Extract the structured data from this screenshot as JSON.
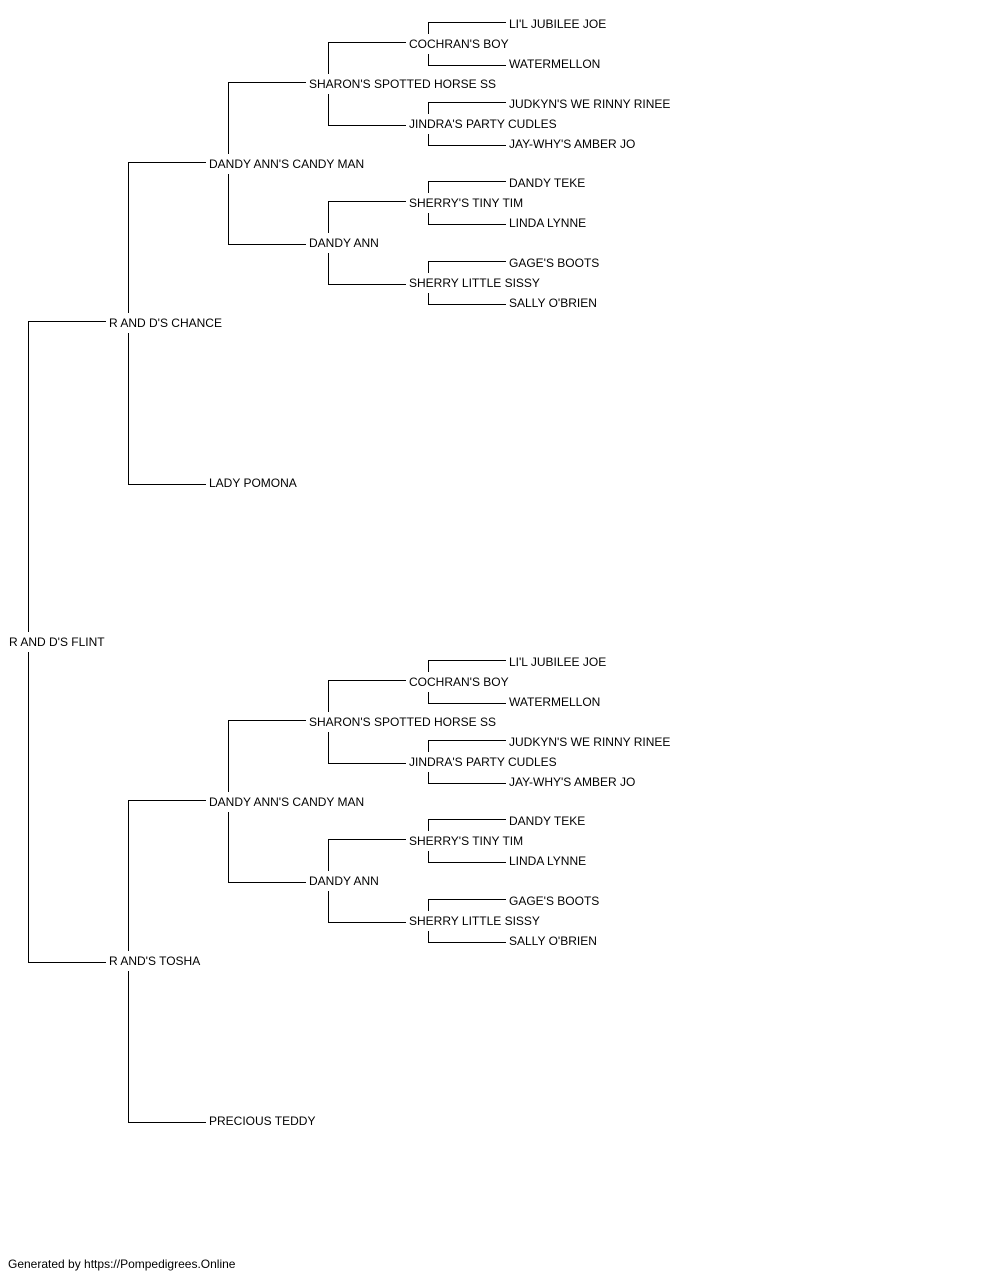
{
  "pedigree": {
    "name": "R AND D'S FLINT",
    "sire": {
      "name": "R AND D'S CHANCE",
      "sire": {
        "name": "DANDY ANN'S CANDY MAN",
        "sire": {
          "name": "SHARON'S SPOTTED HORSE SS",
          "sire": {
            "name": "COCHRAN'S BOY",
            "sire": {
              "name": "LI'L JUBILEE JOE"
            },
            "dam": {
              "name": "WATERMELLON"
            }
          },
          "dam": {
            "name": "JINDRA'S PARTY CUDLES",
            "sire": {
              "name": "JUDKYN'S WE RINNY RINEE"
            },
            "dam": {
              "name": "JAY-WHY'S AMBER JO"
            }
          }
        },
        "dam": {
          "name": "DANDY ANN",
          "sire": {
            "name": "SHERRY'S TINY TIM",
            "sire": {
              "name": "DANDY TEKE"
            },
            "dam": {
              "name": "LINDA LYNNE"
            }
          },
          "dam": {
            "name": "SHERRY LITTLE SISSY",
            "sire": {
              "name": "GAGE'S BOOTS"
            },
            "dam": {
              "name": "SALLY O'BRIEN"
            }
          }
        }
      },
      "dam": {
        "name": "LADY POMONA"
      }
    },
    "dam": {
      "name": "R AND'S TOSHA",
      "sire": {
        "name": "DANDY ANN'S CANDY MAN",
        "sire": {
          "name": "SHARON'S SPOTTED HORSE SS",
          "sire": {
            "name": "COCHRAN'S BOY",
            "sire": {
              "name": "LI'L JUBILEE JOE"
            },
            "dam": {
              "name": "WATERMELLON"
            }
          },
          "dam": {
            "name": "JINDRA'S PARTY CUDLES",
            "sire": {
              "name": "JUDKYN'S WE RINNY RINEE"
            },
            "dam": {
              "name": "JAY-WHY'S AMBER JO"
            }
          }
        },
        "dam": {
          "name": "DANDY ANN",
          "sire": {
            "name": "SHERRY'S TINY TIM",
            "sire": {
              "name": "DANDY TEKE"
            },
            "dam": {
              "name": "LINDA LYNNE"
            }
          },
          "dam": {
            "name": "SHERRY LITTLE SISSY",
            "sire": {
              "name": "GAGE'S BOOTS"
            },
            "dam": {
              "name": "SALLY O'BRIEN"
            }
          }
        }
      },
      "dam": {
        "name": "PRECIOUS TEDDY"
      }
    }
  },
  "footer": "Generated by https://Pompedigrees.Online"
}
